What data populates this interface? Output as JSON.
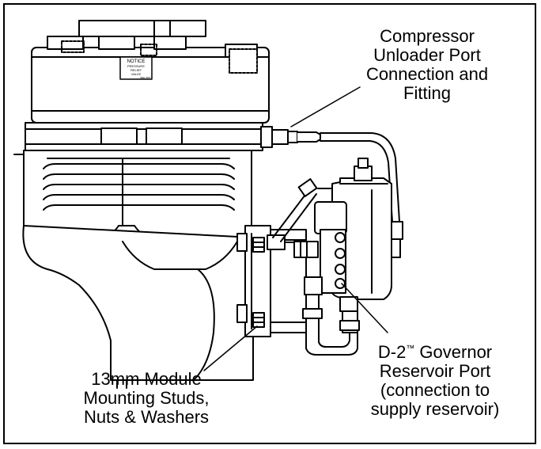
{
  "labels": {
    "compressor_unloader": [
      "Compressor",
      "Unloader Port",
      "Connection and",
      "Fitting"
    ],
    "module_mounting": [
      "13mm Module",
      "Mounting Studs,",
      "Nuts & Washers"
    ],
    "governor_reservoir": {
      "line1_prefix": "D-2",
      "line1_mark": "™",
      "line1_suffix": " Governor",
      "rest": [
        "Reservoir Port",
        "(connection to",
        "supply reservoir)"
      ]
    }
  },
  "notice_plate": [
    "NOTICE",
    "PRESSURE",
    "RELIEF",
    "VALVE",
    "SEE INST"
  ]
}
